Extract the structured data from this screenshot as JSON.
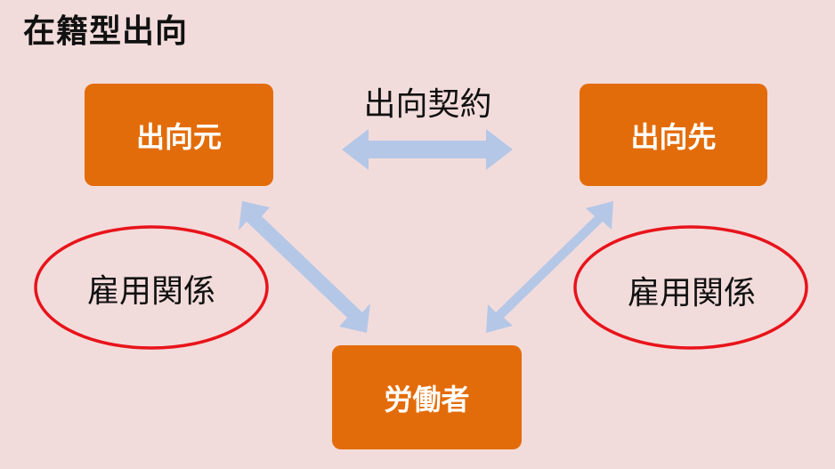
{
  "title": "在籍型出向",
  "nodes": {
    "origin": "出向元",
    "destination": "出向先",
    "worker": "労働者"
  },
  "edges": {
    "contract": "出向契約",
    "employment_left": "雇用関係",
    "employment_right": "雇用関係"
  },
  "colors": {
    "background": "#f2dcdb",
    "box": "#e36c0a",
    "arrow": "#b4c7e7",
    "ellipse": "#e8141b"
  }
}
